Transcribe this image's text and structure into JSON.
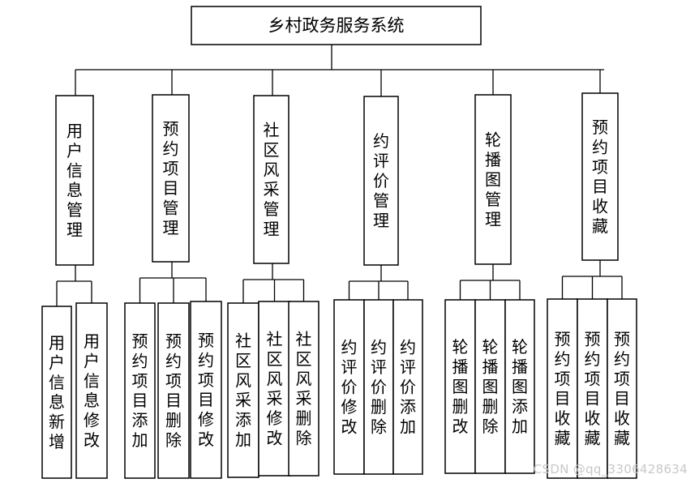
{
  "root": {
    "label": "乡村政务服务系统"
  },
  "modules": [
    {
      "label": "用户信息管理",
      "children": [
        "用户信息新增",
        "用户信息修改"
      ]
    },
    {
      "label": "预约项目管理",
      "children": [
        "预约项目添加",
        "预约项目删除",
        "预约项目修改"
      ]
    },
    {
      "label": "社区风采管理",
      "children": [
        "社区风采添加",
        "社区风采修改",
        "社区风采删除"
      ]
    },
    {
      "label": "约评价管理",
      "children": [
        "约评价修改",
        "约评价删除",
        "约评价添加"
      ]
    },
    {
      "label": "轮播图管理",
      "children": [
        "轮播图删改",
        "轮播图删除",
        "轮播图添加"
      ]
    },
    {
      "label": "预约项目收藏",
      "children": [
        "预约项目收藏",
        "预约项目收藏",
        "预约项目收藏"
      ]
    }
  ],
  "watermark": "CSDN @qq_3306428634"
}
